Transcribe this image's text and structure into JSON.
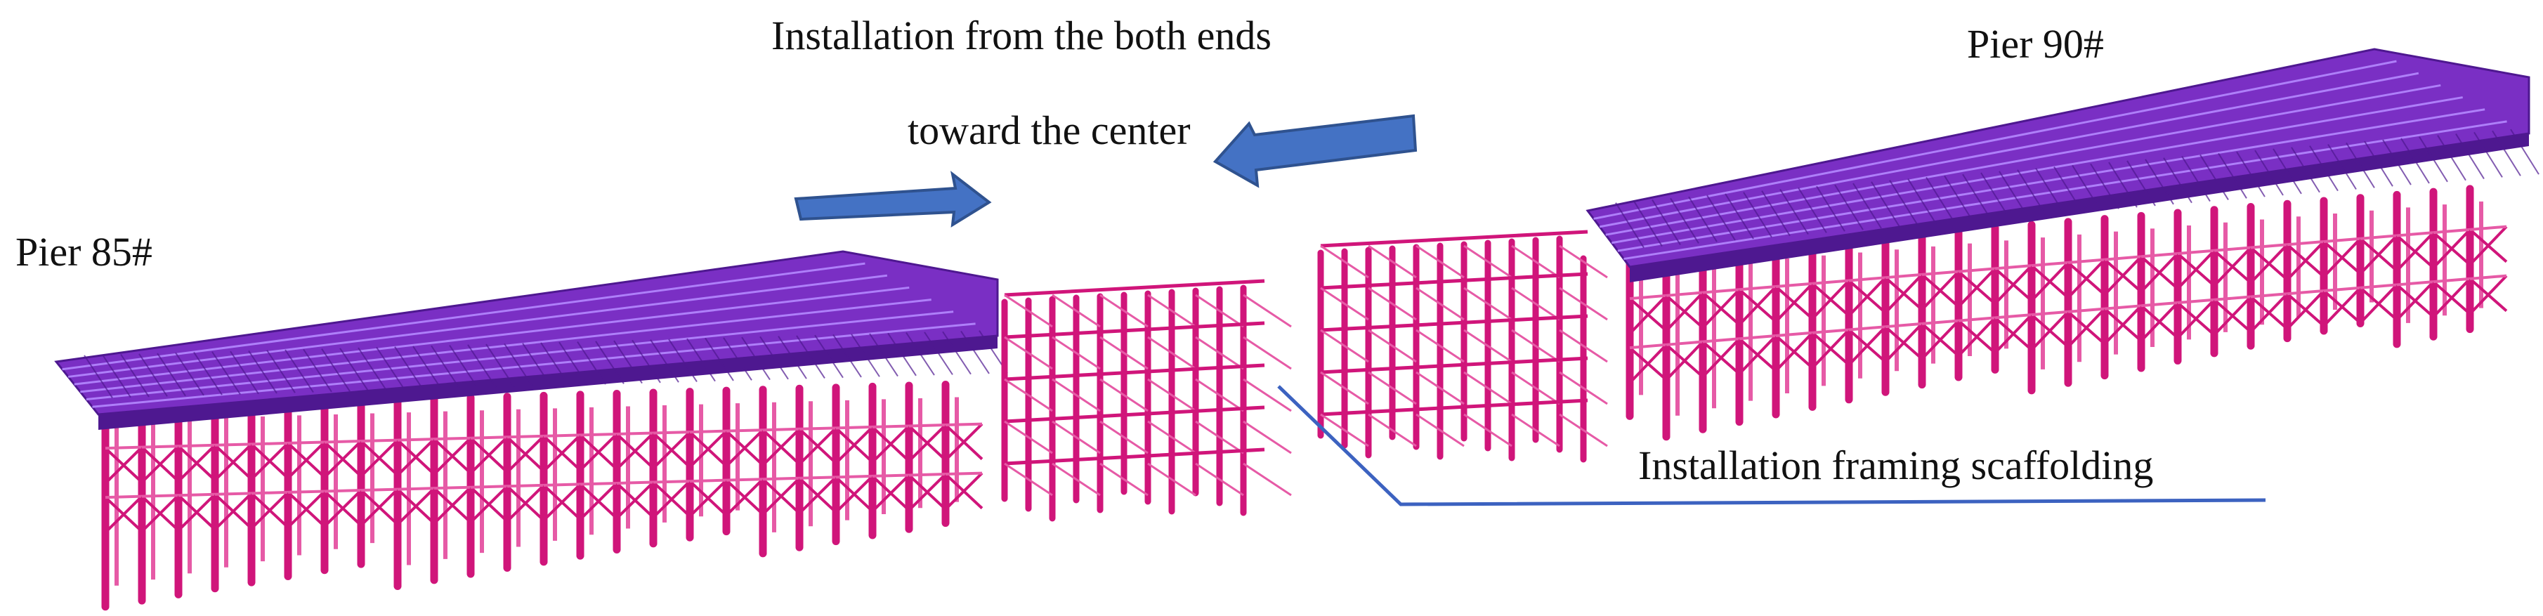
{
  "labels": {
    "install_line1": "Installation from the both ends",
    "install_line2": "toward the center",
    "pier_left": "Pier 85#",
    "pier_right": "Pier 90#",
    "scaffolding": "Installation framing scaffolding"
  },
  "colors": {
    "deck": "#7a2fc4",
    "deck_dark": "#4e1890",
    "deck_line": "#b488ff",
    "column": "#d0157a",
    "column_light": "#e65aa6",
    "arrow": "#4472c4",
    "arrow_edge": "#2f528f",
    "leader": "#3c62c0"
  },
  "icons": {
    "arrow_right": "arrow-right-icon",
    "arrow_left": "arrow-left-icon"
  }
}
